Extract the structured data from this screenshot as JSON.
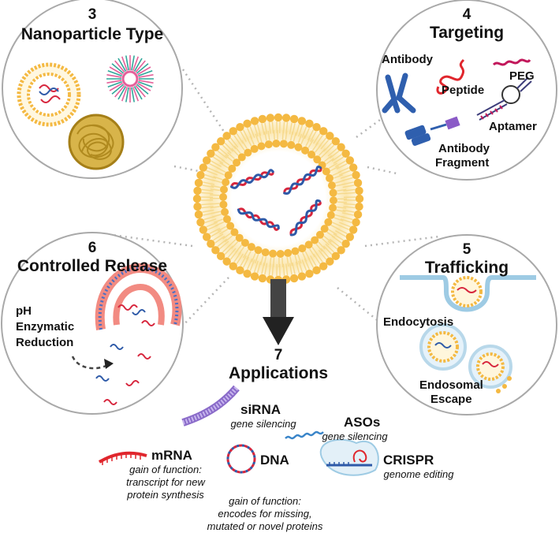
{
  "panels": {
    "nanoparticle": {
      "number": "3",
      "title": "Nanoparticle Type"
    },
    "targeting": {
      "number": "4",
      "title": "Targeting",
      "items": [
        "Antibody",
        "Peptide",
        "PEG",
        "Aptamer",
        "Antibody",
        "Fragment"
      ]
    },
    "trafficking": {
      "number": "5",
      "title": "Trafficking",
      "items": [
        "Endocytosis",
        "Endosomal",
        "Escape"
      ]
    },
    "release": {
      "number": "6",
      "title": "Controlled Release",
      "triggers": [
        "pH",
        "Enzymatic",
        "Reduction"
      ]
    }
  },
  "applications": {
    "number": "7",
    "title": "Applications",
    "items": [
      {
        "name": "siRNA",
        "desc": [
          "gene silencing"
        ]
      },
      {
        "name": "ASOs",
        "desc": [
          "gene silencing"
        ]
      },
      {
        "name": "mRNA",
        "desc": [
          "gain of function:",
          "transcript for new",
          "protein synthesis"
        ]
      },
      {
        "name": "DNA",
        "desc": [
          "gain of function:",
          "encodes for missing,",
          "mutated or novel proteins"
        ]
      },
      {
        "name": "CRISPR",
        "desc": [
          "genome editing"
        ]
      }
    ]
  },
  "colors": {
    "lipid": "#f4b942",
    "lipid_tail": "#f6d98c",
    "dna_red": "#d7263d",
    "dna_blue": "#2e5aa8",
    "panel_border": "#a9a9a9",
    "antibody": "#3b6fbf",
    "peptide": "#e0262d",
    "peg": "#c2185b",
    "gold": "#c8a12e",
    "membrane": "#b8d8ea"
  }
}
